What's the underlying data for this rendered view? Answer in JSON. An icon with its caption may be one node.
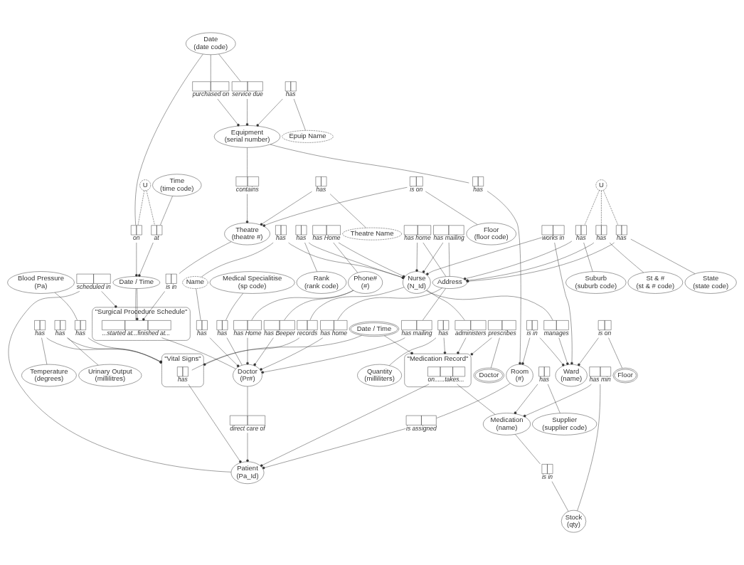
{
  "diagram": {
    "nodes": [
      {
        "text": [
          "Date",
          "(date code)"
        ]
      },
      {
        "text": [],
        "shape": "box",
        "beside": [
          "on"
        ]
      },
      {
        "text": [
          "U"
        ]
      },
      {
        "text": [],
        "shape": "box",
        "beside": [
          "at"
        ]
      },
      {
        "text": [
          "Date / Time"
        ]
      },
      {
        "text": [
          "\"Surgical Procedure Schedule\""
        ]
      },
      {
        "text": [],
        "shape": "box",
        "in": 5,
        "beside": [
          "...started at...finished at..."
        ]
      },
      {
        "text": [
          "Time",
          "(time code)"
        ]
      },
      {
        "text": [],
        "shape": "box",
        "beside": [
          "purchased on"
        ]
      },
      {
        "text": [],
        "shape": "box",
        "beside": [
          "service due"
        ]
      },
      {
        "text": [
          "Epuip Name"
        ]
      },
      {
        "text": [],
        "shape": "box",
        "beside": [
          "has"
        ]
      },
      {
        "text": [],
        "shape": "box",
        "beside": [
          "contains"
        ]
      },
      {
        "text": [
          "Theatre",
          "(theatre #)"
        ]
      },
      {
        "text": [],
        "shape": "box",
        "beside": [
          "is in"
        ]
      },
      {
        "text": [],
        "shape": "box",
        "beside": [
          "has"
        ]
      },
      {
        "text": [
          "Theatre Name"
        ]
      },
      {
        "text": [],
        "shape": "box",
        "beside": [
          "is on"
        ]
      },
      {
        "text": [
          "Floor",
          "(floor code)"
        ]
      },
      {
        "text": [],
        "shape": "box",
        "beside": [
          "has"
        ]
      },
      {
        "text": [
          "Rank",
          "(rank code)"
        ]
      },
      {
        "text": [
          "Equipment",
          "(serial number)"
        ]
      },
      {
        "text": [
          "Nurse",
          "(N_Id)"
        ]
      },
      {
        "text": [],
        "shape": "box",
        "beside": [
          "has Home"
        ]
      },
      {
        "text": [
          "Phone#",
          "(#)"
        ]
      },
      {
        "text": [],
        "shape": "box",
        "beside": [
          "has Beeper"
        ]
      },
      {
        "text": [],
        "shape": "box",
        "beside": [
          "has"
        ]
      },
      {
        "text": [
          "Name"
        ]
      },
      {
        "text": [],
        "shape": "box",
        "beside": [
          "has Home"
        ]
      },
      {
        "text": [],
        "shape": "box",
        "beside": [
          "has mailing"
        ]
      },
      {
        "text": [],
        "shape": "box",
        "beside": [
          "has"
        ]
      },
      {
        "text": [
          "Address"
        ]
      },
      {
        "text": [
          "Doctor",
          "(Pr#)"
        ]
      },
      {
        "text": [],
        "shape": "box",
        "beside": [
          "works in"
        ]
      },
      {
        "text": [],
        "shape": "box",
        "beside": [
          "manages"
        ]
      },
      {
        "text": [],
        "shape": "box",
        "beside": [
          "administers"
        ]
      },
      {
        "text": [
          "Blood Pressure",
          "(Pa)"
        ]
      },
      {
        "text": [],
        "shape": "box",
        "beside": [
          "records"
        ]
      },
      {
        "text": [],
        "shape": "box",
        "beside": [
          "has home"
        ]
      },
      {
        "text": [],
        "shape": "box",
        "beside": [
          "has mailing"
        ]
      },
      {
        "text": [],
        "shape": "box",
        "beside": [
          "has"
        ]
      },
      {
        "text": [
          "\"Vital Signs\""
        ]
      },
      {
        "text": [],
        "shape": "box",
        "in": 41,
        "beside": [
          "has"
        ]
      },
      {
        "text": [
          "Date / Time"
        ]
      },
      {
        "text": [],
        "shape": "box",
        "beside": [
          "has"
        ]
      },
      {
        "text": [],
        "shape": "box",
        "beside": [
          "has"
        ]
      },
      {
        "text": [],
        "shape": "box",
        "beside": [
          "has"
        ]
      },
      {
        "text": [],
        "shape": "box",
        "beside": [
          "has home"
        ]
      },
      {
        "text": [
          "U"
        ]
      },
      {
        "text": [],
        "shape": "box",
        "beside": [
          "has"
        ]
      },
      {
        "text": [],
        "shape": "box",
        "beside": [
          "has"
        ]
      },
      {
        "text": [],
        "shape": "box",
        "beside": [
          "scheduled in"
        ]
      },
      {
        "text": [
          "\"Medication Record\""
        ]
      },
      {
        "text": [],
        "shape": "box",
        "in": 52,
        "beside": [
          "on......takes..."
        ]
      },
      {
        "text": [],
        "shape": "box",
        "beside": [
          "has"
        ]
      },
      {
        "text": [
          "Quantity",
          "(milliliters)"
        ]
      },
      {
        "text": [],
        "shape": "box",
        "beside": [
          "prescribes"
        ]
      },
      {
        "text": [
          "Doctor"
        ]
      },
      {
        "text": [
          "Ward",
          "(name)"
        ]
      },
      {
        "text": [],
        "shape": "box",
        "beside": [
          "has"
        ]
      },
      {
        "text": [],
        "shape": "box",
        "beside": [
          "has"
        ]
      },
      {
        "text": [
          "Suburb",
          "(suburb code)"
        ]
      },
      {
        "text": [
          "State",
          "(state code)"
        ]
      },
      {
        "text": [],
        "shape": "box",
        "beside": [
          "direct care of"
        ]
      },
      {
        "text": [
          "St & #",
          "(st & # code)"
        ]
      },
      {
        "text": [
          "Temperature",
          "(degrees)"
        ]
      },
      {
        "text": [
          "Urinary Output",
          "(millilitres)"
        ]
      },
      {
        "text": [
          "Medical Specialitise",
          "(sp code)"
        ]
      },
      {
        "text": [],
        "shape": "box",
        "beside": [
          "is in"
        ]
      },
      {
        "text": [],
        "shape": "box",
        "beside": [
          "is on"
        ]
      },
      {
        "text": [
          "Medication",
          "(name)"
        ]
      },
      {
        "text": [],
        "shape": "box",
        "beside": [
          "has"
        ]
      },
      {
        "text": [
          "Supplier",
          "(supplier code)"
        ]
      },
      {
        "text": [],
        "shape": "box",
        "beside": [
          "has min"
        ]
      },
      {
        "text": [
          "Floor"
        ]
      },
      {
        "text": [],
        "shape": "box",
        "beside": [
          "is in"
        ]
      },
      {
        "text": [
          "Stock",
          "(qty)"
        ]
      },
      {
        "text": [
          "Room",
          "(#)"
        ]
      },
      {
        "text": [],
        "shape": "box",
        "beside": [
          "is assigned"
        ]
      },
      {
        "text": [
          "Patient",
          "(Pa_Id)"
        ]
      }
    ],
    "edges": [
      {
        "from": 0,
        "to": 1,
        "arrow": "none"
      },
      {
        "from": 1,
        "to": 4,
        "arrow": "other"
      },
      {
        "from": 2,
        "to": 1,
        "arrow": "none",
        "style": "dashed"
      },
      {
        "from": 2,
        "to": 3,
        "arrow": "none",
        "style": "dashed"
      },
      {
        "from": 7,
        "to": 3,
        "arrow": "none"
      },
      {
        "from": 3,
        "to": 4,
        "arrow": "other"
      },
      {
        "from": 4,
        "to": 6,
        "arrow": "none"
      },
      {
        "from": 4,
        "to": 6,
        "arrow": "other"
      },
      {
        "from": 6,
        "to": 32,
        "arrow": "none"
      },
      {
        "from": 0,
        "to": 8,
        "arrow": "none"
      },
      {
        "from": 0,
        "to": 9,
        "arrow": "none"
      },
      {
        "from": 8,
        "to": 21,
        "arrow": "other"
      },
      {
        "from": 9,
        "to": 21,
        "arrow": "other"
      },
      {
        "from": 11,
        "to": 21,
        "arrow": "other"
      },
      {
        "from": 11,
        "to": 10,
        "arrow": "none"
      },
      {
        "from": 21,
        "to": 12,
        "arrow": "none"
      },
      {
        "from": 12,
        "to": 13,
        "arrow": "other"
      },
      {
        "from": 13,
        "to": 14,
        "arrow": "none"
      },
      {
        "from": 14,
        "to": 6,
        "arrow": "other"
      },
      {
        "from": 15,
        "to": 13,
        "arrow": "other"
      },
      {
        "from": 15,
        "to": 16,
        "arrow": "none"
      },
      {
        "from": 17,
        "to": 13,
        "arrow": "other"
      },
      {
        "from": 17,
        "to": 18,
        "arrow": "none"
      },
      {
        "from": 19,
        "to": 22,
        "arrow": "other"
      },
      {
        "from": 19,
        "to": 20,
        "arrow": "none"
      },
      {
        "from": 23,
        "to": 22,
        "arrow": "other"
      },
      {
        "from": 23,
        "to": 24,
        "arrow": "none"
      },
      {
        "from": 24,
        "to": 25,
        "arrow": "none"
      },
      {
        "from": 25,
        "to": 32,
        "arrow": "other"
      },
      {
        "from": 26,
        "to": 22,
        "arrow": "other"
      },
      {
        "from": 26,
        "to": 27,
        "arrow": "none"
      },
      {
        "from": 24,
        "to": 28,
        "arrow": "none"
      },
      {
        "from": 28,
        "to": 32,
        "arrow": "other"
      },
      {
        "from": 29,
        "to": 22,
        "arrow": "other"
      },
      {
        "from": 29,
        "to": 31,
        "arrow": "none"
      },
      {
        "from": 27,
        "to": 30,
        "arrow": "none"
      },
      {
        "from": 30,
        "to": 32,
        "arrow": "other"
      },
      {
        "from": 33,
        "to": 22,
        "arrow": "other"
      },
      {
        "from": 22,
        "to": 34,
        "arrow": "none"
      },
      {
        "from": 22,
        "to": 35,
        "arrow": "none"
      },
      {
        "from": 36,
        "to": 40,
        "arrow": "none"
      },
      {
        "from": 22,
        "to": 37,
        "arrow": "none"
      },
      {
        "from": 37,
        "to": 41,
        "arrow": "other"
      },
      {
        "from": 38,
        "to": 22,
        "arrow": "other"
      },
      {
        "from": 38,
        "to": 31,
        "arrow": "none"
      },
      {
        "from": 31,
        "to": 39,
        "arrow": "none"
      },
      {
        "from": 39,
        "to": 32,
        "arrow": "other"
      },
      {
        "from": 40,
        "to": 41,
        "arrow": "other"
      },
      {
        "from": 43,
        "to": 42,
        "arrow": "none"
      },
      {
        "from": 42,
        "to": 79,
        "arrow": "other"
      },
      {
        "from": 44,
        "to": 31,
        "arrow": "other"
      },
      {
        "from": 45,
        "to": 31,
        "arrow": "other"
      },
      {
        "from": 46,
        "to": 31,
        "arrow": "other"
      },
      {
        "from": 31,
        "to": 47,
        "arrow": "none"
      },
      {
        "from": 47,
        "to": 32,
        "arrow": "other"
      },
      {
        "from": 48,
        "to": 44,
        "arrow": "none",
        "style": "dashed"
      },
      {
        "from": 48,
        "to": 45,
        "arrow": "none",
        "style": "dashed"
      },
      {
        "from": 48,
        "to": 46,
        "arrow": "none",
        "style": "dashed"
      },
      {
        "from": 21,
        "to": 49,
        "arrow": "none"
      },
      {
        "from": 49,
        "to": 77,
        "arrow": "other"
      },
      {
        "from": 67,
        "to": 50,
        "arrow": "none"
      },
      {
        "from": 50,
        "to": 32,
        "arrow": "none"
      },
      {
        "from": 51,
        "to": 5,
        "arrow": "other"
      },
      {
        "from": 51,
        "to": 79,
        "arrow": "none"
      },
      {
        "from": 43,
        "to": 52,
        "arrow": "other"
      },
      {
        "from": 35,
        "to": 52,
        "arrow": "other"
      },
      {
        "from": 54,
        "to": 52,
        "arrow": "other"
      },
      {
        "from": 54,
        "to": 55,
        "arrow": "none"
      },
      {
        "from": 56,
        "to": 52,
        "arrow": "other"
      },
      {
        "from": 56,
        "to": 57,
        "arrow": "none"
      },
      {
        "from": 53,
        "to": 79,
        "arrow": "other"
      },
      {
        "from": 53,
        "to": 70,
        "arrow": "none"
      },
      {
        "from": 33,
        "to": 58,
        "arrow": "other"
      },
      {
        "from": 34,
        "to": 58,
        "arrow": "other"
      },
      {
        "from": 59,
        "to": 41,
        "arrow": "other"
      },
      {
        "from": 59,
        "to": 65,
        "arrow": "none"
      },
      {
        "from": 60,
        "to": 41,
        "arrow": "other"
      },
      {
        "from": 60,
        "to": 66,
        "arrow": "none"
      },
      {
        "from": 44,
        "to": 61,
        "arrow": "none"
      },
      {
        "from": 45,
        "to": 64,
        "arrow": "none"
      },
      {
        "from": 46,
        "to": 62,
        "arrow": "none"
      },
      {
        "from": 32,
        "to": 63,
        "arrow": "none"
      },
      {
        "from": 63,
        "to": 79,
        "arrow": "other"
      },
      {
        "from": 68,
        "to": 58,
        "arrow": "other"
      },
      {
        "from": 68,
        "to": 77,
        "arrow": "other"
      },
      {
        "from": 69,
        "to": 58,
        "arrow": "other"
      },
      {
        "from": 69,
        "to": 74,
        "arrow": "none"
      },
      {
        "from": 71,
        "to": 70,
        "arrow": "other"
      },
      {
        "from": 71,
        "to": 72,
        "arrow": "none"
      },
      {
        "from": 73,
        "to": 70,
        "arrow": "other"
      },
      {
        "from": 73,
        "to": 76,
        "arrow": "none"
      },
      {
        "from": 70,
        "to": 75,
        "arrow": "none"
      },
      {
        "from": 75,
        "to": 76,
        "arrow": "none"
      },
      {
        "from": 77,
        "to": 78,
        "arrow": "none"
      },
      {
        "from": 78,
        "to": 79,
        "arrow": "other"
      }
    ]
  }
}
